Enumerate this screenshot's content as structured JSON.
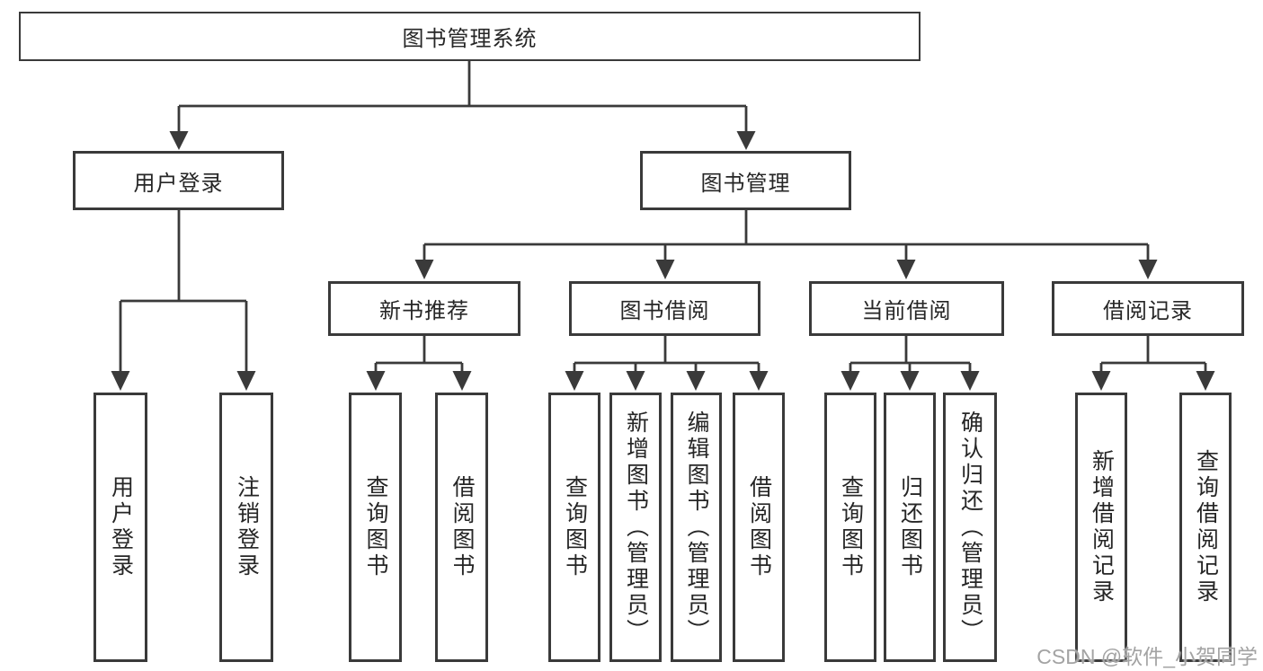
{
  "diagram": {
    "type": "tree",
    "root": {
      "label": "图书管理系统",
      "children": [
        {
          "label": "用户登录",
          "children": [
            "用户登录",
            "注销登录"
          ]
        },
        {
          "label": "图书管理",
          "children": [
            {
              "label": "新书推荐",
              "children": [
                "查询图书",
                "借阅图书"
              ]
            },
            {
              "label": "图书借阅",
              "children": [
                "查询图书",
                "新增图书（管理员）",
                "编辑图书（管理员）",
                "借阅图书"
              ]
            },
            {
              "label": "当前借阅",
              "children": [
                "查询图书",
                "归还图书",
                "确认归还（管理员）"
              ]
            },
            {
              "label": "借阅记录",
              "children": [
                "新增借阅记录",
                "查询借阅记录"
              ]
            }
          ]
        }
      ]
    }
  },
  "watermark": {
    "text": "CSDN @软件_小贺同学"
  },
  "colors": {
    "line": "#3a3a3a",
    "box_border": "#3a3a3a",
    "box_fill": "#ffffff",
    "text": "#262626",
    "watermark": "#a3a3a3",
    "background": "#ffffff"
  }
}
